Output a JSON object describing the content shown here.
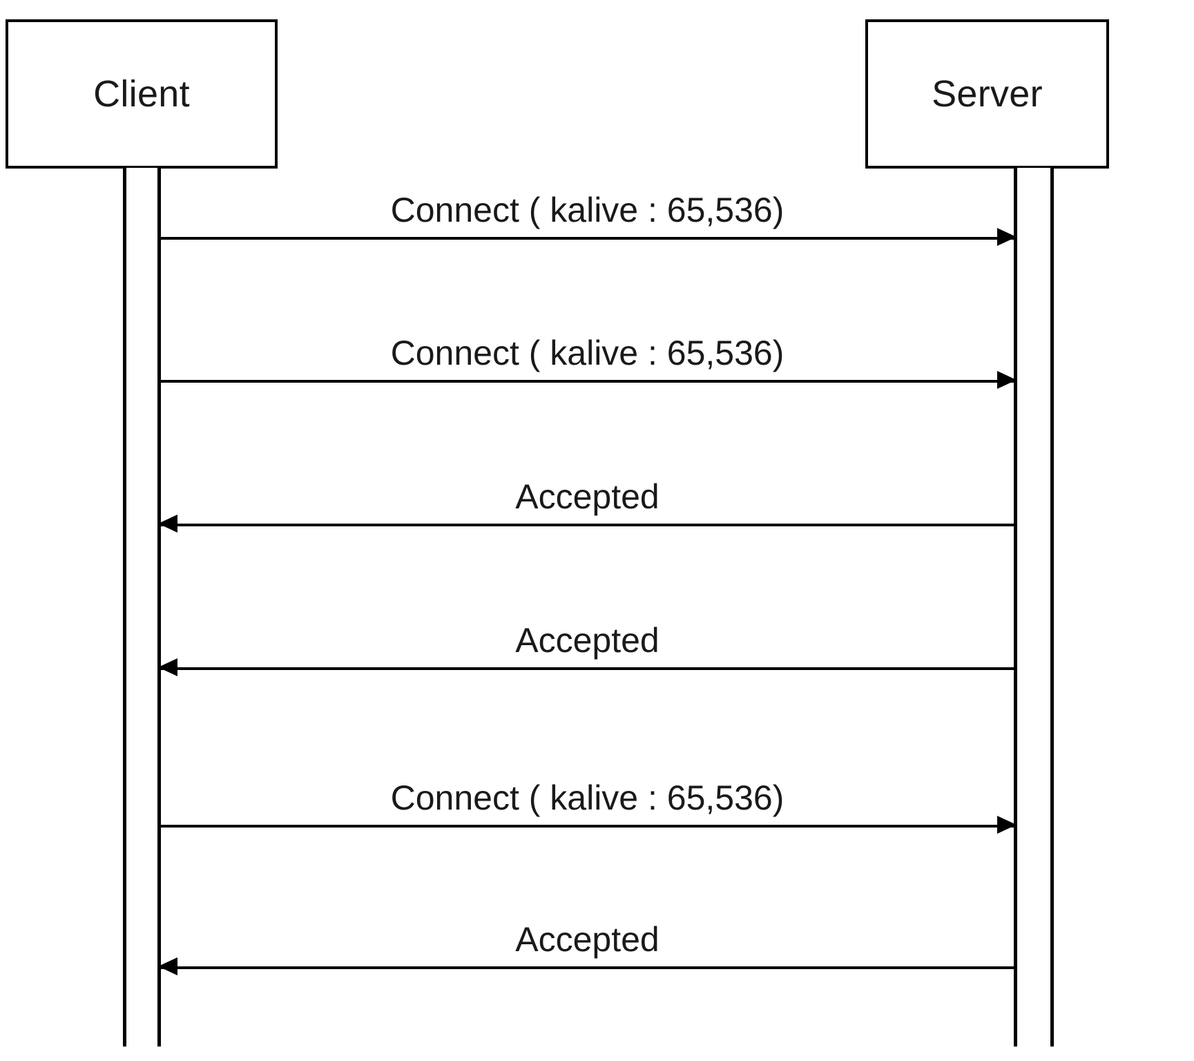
{
  "diagram": {
    "type": "sequence-diagram",
    "title": "Client-Server MQTT connect sequence",
    "background_color": "#ffffff",
    "line_color": "#000000",
    "text_color": "#1a1a1a",
    "participants": [
      {
        "id": "client",
        "label": "Client"
      },
      {
        "id": "server",
        "label": "Server"
      }
    ],
    "messages": [
      {
        "index": 1,
        "label": "Connect ( kalive : 65,536)",
        "from": "client",
        "to": "server",
        "direction": "right"
      },
      {
        "index": 2,
        "label": "Connect ( kalive : 65,536)",
        "from": "client",
        "to": "server",
        "direction": "right"
      },
      {
        "index": 3,
        "label": "Accepted",
        "from": "server",
        "to": "client",
        "direction": "left"
      },
      {
        "index": 4,
        "label": "Accepted",
        "from": "server",
        "to": "client",
        "direction": "left"
      },
      {
        "index": 5,
        "label": "Connect ( kalive : 65,536)",
        "from": "client",
        "to": "server",
        "direction": "right"
      },
      {
        "index": 6,
        "label": "Accepted",
        "from": "server",
        "to": "client",
        "direction": "left"
      }
    ]
  }
}
